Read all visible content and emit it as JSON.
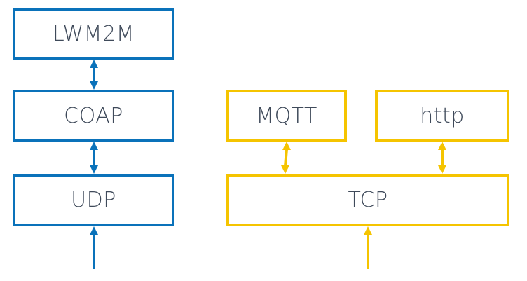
{
  "colors": {
    "blue": "#0a72ba",
    "yellow": "#f5c400",
    "text": "#3f4a5a"
  },
  "left_stack": {
    "top_label": "LWM2M",
    "middle_label": "COAP",
    "bottom_label": "UDP"
  },
  "right_stack": {
    "mqtt_label": "MQTT",
    "http_label": "http",
    "tcp_label": "TCP"
  }
}
